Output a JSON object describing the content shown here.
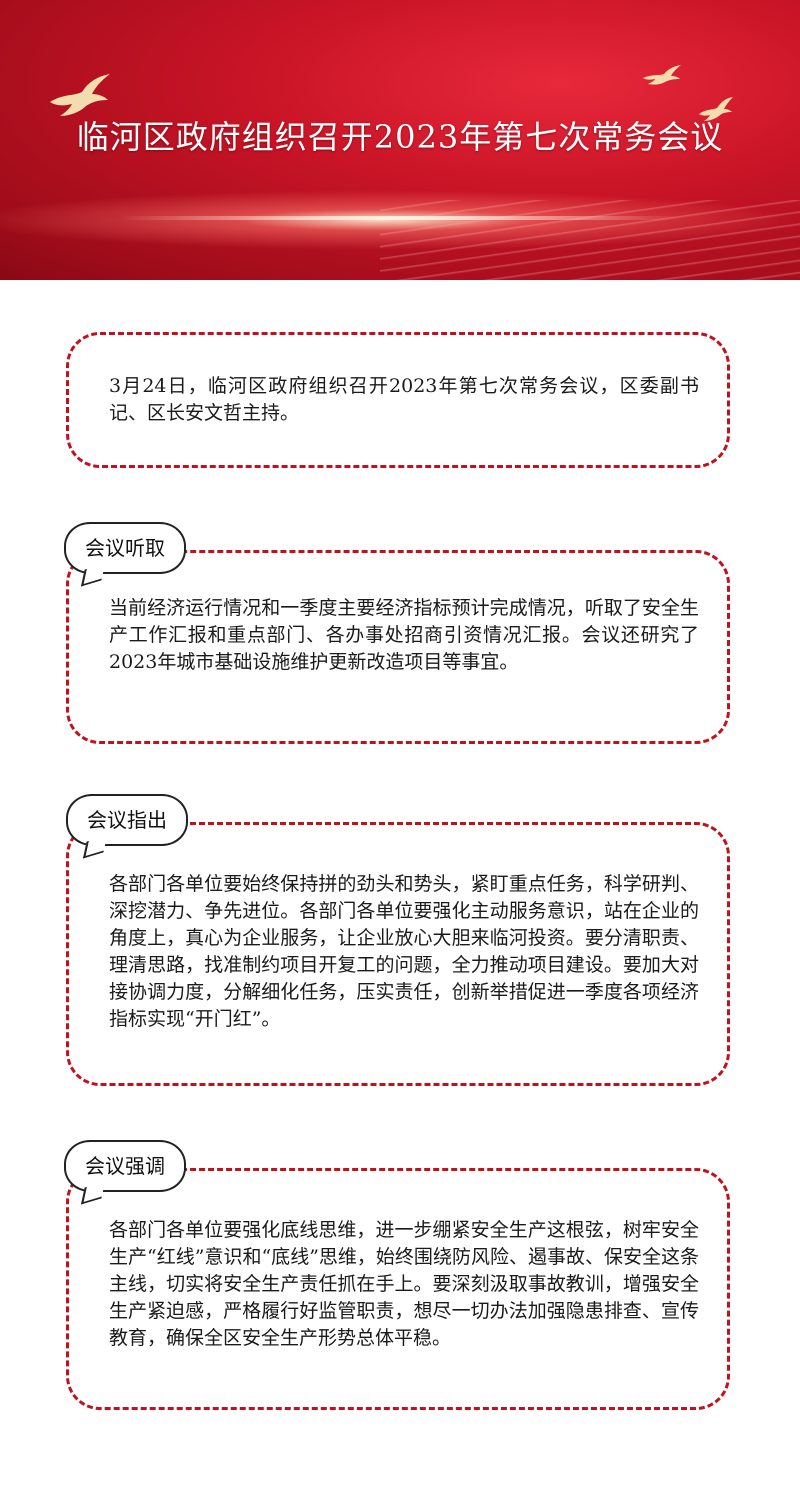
{
  "header": {
    "title": "临河区政府组织召开2023年第七次常务会议"
  },
  "sections": [
    {
      "label": "",
      "text": "3月24日，临河区政府组织召开2023年第七次常务会议，区委副书记、区长安文哲主持。"
    },
    {
      "label": "会议听取",
      "text": "当前经济运行情况和一季度主要经济指标预计完成情况，听取了安全生产工作汇报和重点部门、各办事处招商引资情况汇报。会议还研究了2023年城市基础设施维护更新改造项目等事宜。"
    },
    {
      "label": "会议指出",
      "text": "各部门各单位要始终保持拼的劲头和势头，紧盯重点任务，科学研判、深挖潜力、争先进位。各部门各单位要强化主动服务意识，站在企业的角度上，真心为企业服务，让企业放心大胆来临河投资。要分清职责、理清思路，找准制约项目开复工的问题，全力推动项目建设。要加大对接协调力度，分解细化任务，压实责任，创新举措促进一季度各项经济指标实现“开门红”。"
    },
    {
      "label": "会议强调",
      "text": "各部门各单位要强化底线思维，进一步绷紧安全生产这根弦，树牢安全生产“红线”意识和“底线”思维，始终围绕防风险、遏事故、保安全这条主线，切实将安全生产责任抓在手上。要深刻汲取事故教训，增强安全生产紧迫感，严格履行好监管职责，想尽一切办法加强隐患排查、宣传教育，确保全区安全生产形势总体平稳。"
    }
  ],
  "colors": {
    "banner_red": "#c81426",
    "border_red": "#c0121e",
    "dove_gold": "#f3dcae"
  },
  "icons": {
    "dove": "dove-icon"
  }
}
